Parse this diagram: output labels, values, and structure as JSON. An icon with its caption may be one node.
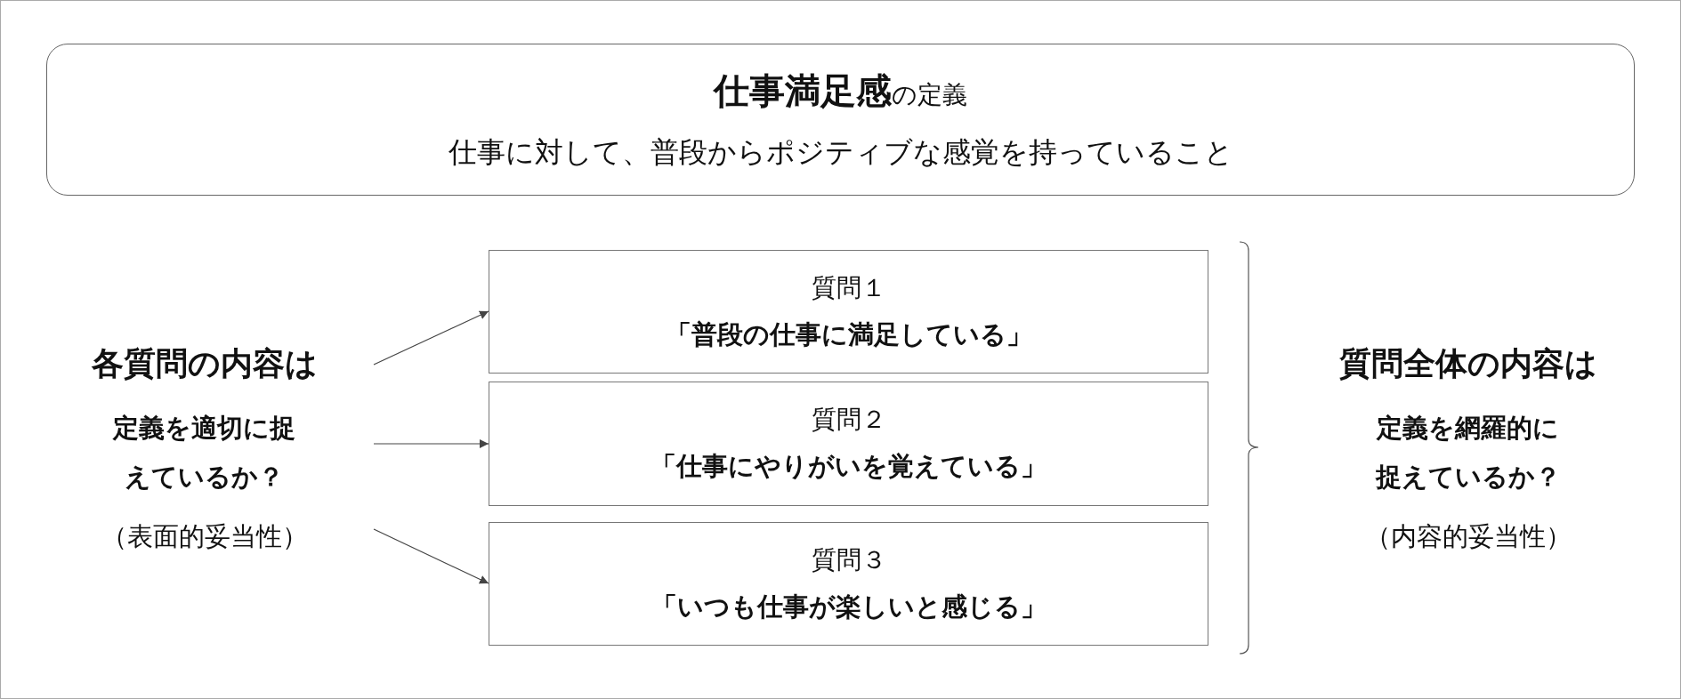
{
  "diagram": {
    "nodes": [
      {
        "text": [
          "**仕事満足感**の定義",
          "仕事に対して、普段からポジティブな感覚を持っていること"
        ]
      },
      {
        "text": [
          "各質問の内容は",
          "定義を適切に捉えているか？",
          "（表面的妥当性）"
        ]
      },
      {
        "text": [
          "質問１",
          "「普段の仕事に満足している」"
        ]
      },
      {
        "text": [
          "質問２",
          "「仕事にやりがいを覚えている」"
        ]
      },
      {
        "text": [
          "質問３",
          "「いつも仕事が楽しいと感じる」"
        ]
      }
    ],
    "edges": [
      {
        "from": 1,
        "to": 2,
        "arrow": "to"
      },
      {
        "from": 1,
        "to": 3,
        "arrow": "to"
      },
      {
        "from": 1,
        "to": 4,
        "arrow": "to"
      }
    ],
    "labels": [
      "質問全体の内容は",
      "定義を網羅的に捉えているか？",
      "（内容的妥当性）"
    ]
  }
}
